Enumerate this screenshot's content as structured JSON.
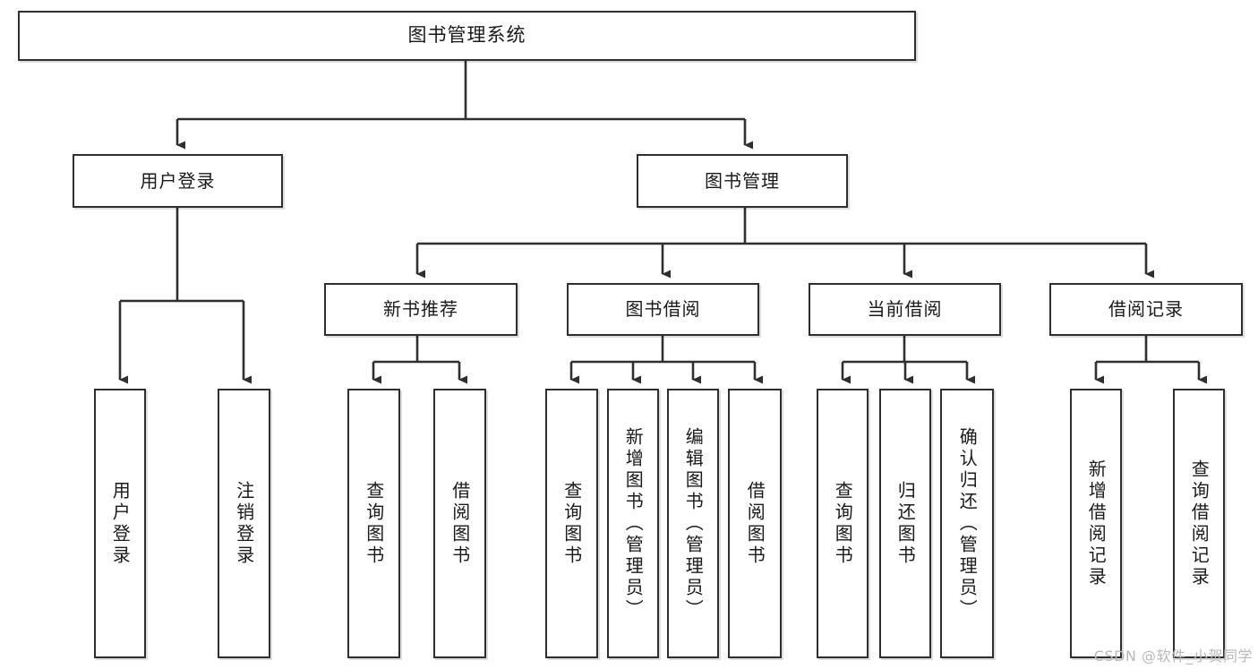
{
  "diagram": {
    "type": "tree",
    "title": "图书管理系统",
    "root": {
      "label": "图书管理系统"
    },
    "level2": [
      {
        "label": "用户登录"
      },
      {
        "label": "图书管理"
      }
    ],
    "level3": [
      {
        "label": "新书推荐"
      },
      {
        "label": "图书借阅"
      },
      {
        "label": "当前借阅"
      },
      {
        "label": "借阅记录"
      }
    ],
    "leaves": {
      "user_login": [
        {
          "label": "用户登录"
        },
        {
          "label": "注销登录"
        }
      ],
      "new_book_recommend": [
        {
          "label": "查询图书"
        },
        {
          "label": "借阅图书"
        }
      ],
      "book_borrow": [
        {
          "label": "查询图书"
        },
        {
          "label": "新增图书（管理员）"
        },
        {
          "label": "编辑图书（管理员）"
        },
        {
          "label": "借阅图书"
        }
      ],
      "current_borrow": [
        {
          "label": "查询图书"
        },
        {
          "label": "归还图书"
        },
        {
          "label": "确认归还（管理员）"
        }
      ],
      "borrow_record": [
        {
          "label": "新增借阅记录"
        },
        {
          "label": "查询借阅记录"
        }
      ]
    },
    "watermark": "CSDN @软件_小贺同学",
    "colors": {
      "stroke": "#2f2f2f",
      "fill": "#ffffff",
      "text": "#1a1a1a",
      "watermark": "#b9b9b9"
    }
  }
}
